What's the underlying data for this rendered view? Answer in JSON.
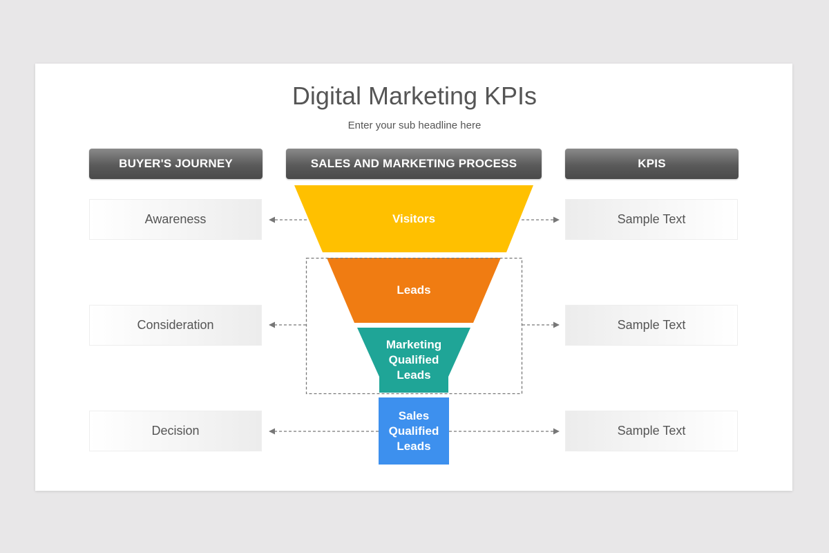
{
  "title": "Digital Marketing KPIs",
  "subtitle": "Enter your sub headline here",
  "headers": {
    "buyers_journey": "BUYER'S JOURNEY",
    "process": "SALES AND MARKETING PROCESS",
    "kpis": "KPIS"
  },
  "journey": [
    "Awareness",
    "Consideration",
    "Decision"
  ],
  "kpis": [
    "Sample Text",
    "Sample Text",
    "Sample Text"
  ],
  "funnel": [
    {
      "label": "Visitors",
      "color": "#ffc000"
    },
    {
      "label": "Leads",
      "color": "#f07c12"
    },
    {
      "label": "Marketing\nQualified\nLeads",
      "color": "#1fa597"
    },
    {
      "label": "Sales\nQualified\nLeads",
      "color": "#3d90ee"
    }
  ],
  "colors": {
    "header_dark": "#5a5a5a",
    "text": "#555555",
    "arrow": "#777777"
  }
}
